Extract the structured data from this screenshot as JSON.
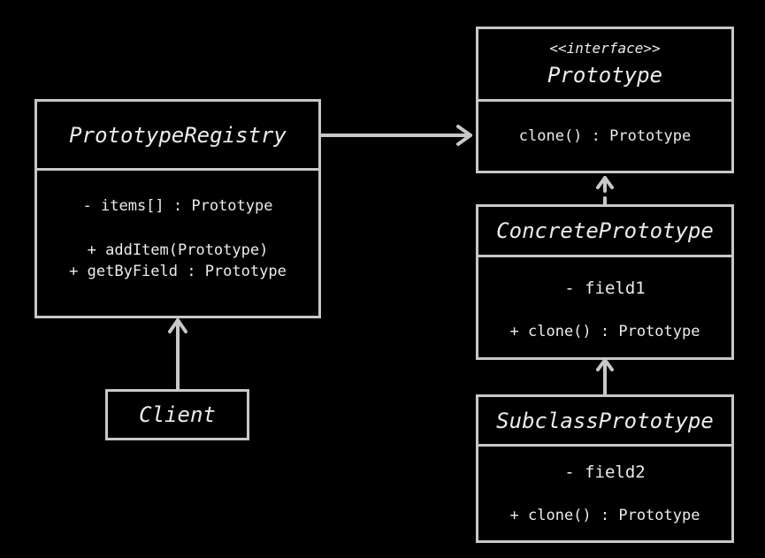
{
  "registry": {
    "name": "PrototypeRegistry",
    "attribute": "- items[] : Prototype",
    "method1": "+ addItem(Prototype)",
    "method2": "+ getByField : Prototype"
  },
  "client": {
    "name": "Client"
  },
  "prototype": {
    "stereotype": "<<interface>>",
    "name": "Prototype",
    "method": "clone() : Prototype"
  },
  "concrete": {
    "name": "ConcretePrototype",
    "field": "- field1",
    "method": "+ clone() : Prototype"
  },
  "subclass": {
    "name": "SubclassPrototype",
    "field": "- field2",
    "method": "+ clone() : Prototype"
  },
  "colors": {
    "background": "#000000",
    "line": "#c8c8c8",
    "text": "#ececec"
  }
}
